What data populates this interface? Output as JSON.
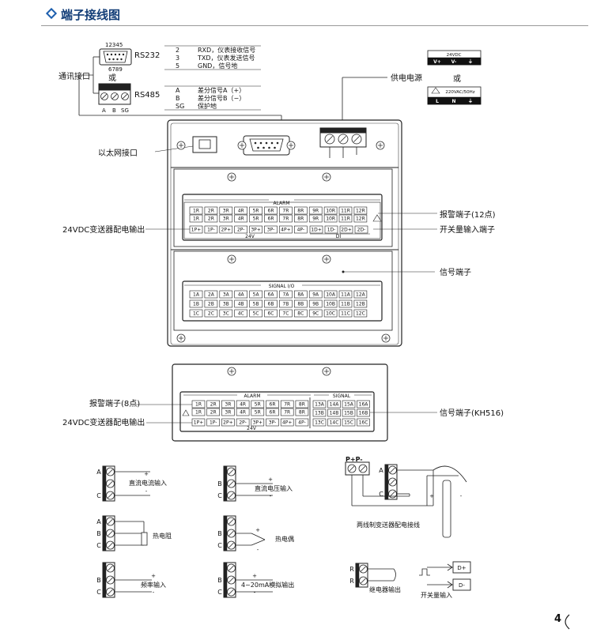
{
  "header": {
    "title": "端子接线图"
  },
  "comm": {
    "label": "通讯接口",
    "or": "或",
    "db9_top_pins": "12345",
    "db9_bottom_pins": "6789",
    "rs232": "RS232",
    "rs485": "RS485",
    "rs485_pins": [
      "A",
      "B",
      "SG"
    ],
    "rs232_rows": [
      {
        "pin": "2",
        "desc": "RXD，仪表接收信号"
      },
      {
        "pin": "3",
        "desc": "TXD，仪表发送信号"
      },
      {
        "pin": "5",
        "desc": "GND，信号地"
      }
    ],
    "rs485_rows": [
      {
        "pin": "A",
        "desc": "差分信号A（+）"
      },
      {
        "pin": "B",
        "desc": "差分信号B（−）"
      },
      {
        "pin": "SG",
        "desc": "保护地"
      }
    ]
  },
  "power": {
    "label": "供电电源",
    "or": "或",
    "dc_title": "24VDC",
    "dc_pins": [
      "V+",
      "V-",
      "⏚"
    ],
    "ac_title": "220VAC/50Hz",
    "ac_pins": [
      "L",
      "N",
      "⏚"
    ]
  },
  "labels": {
    "ethernet": "以太网接口",
    "alarm12": "报警端子(12点)",
    "di": "开关量输入端子",
    "vdc24": "24VDC变送器配电输出",
    "signal": "信号端子",
    "alarm8": "报警端子(8点)",
    "vdc24b": "24VDC变送器配电输出",
    "signal_kh516": "信号端子(KH516)"
  },
  "panel1": {
    "alarm_title": "ALARM",
    "row1": [
      "1R",
      "2R",
      "3R",
      "4R",
      "5R",
      "6R",
      "7R",
      "8R",
      "9R",
      "10R",
      "11R",
      "12R"
    ],
    "row2": [
      "1R",
      "2R",
      "3R",
      "4R",
      "5R",
      "6R",
      "7R",
      "8R",
      "9R",
      "10R",
      "11R",
      "12R"
    ],
    "row3": [
      "1P+",
      "1P-",
      "2P+",
      "2P-",
      "3P+",
      "3P-",
      "4P+",
      "4P-"
    ],
    "di_row": [
      "1D+",
      "1D-",
      "2D+",
      "2D-"
    ],
    "v24": "24V",
    "di": "DI",
    "signal_title": "SIGNAL I/O",
    "sig_a": [
      "1A",
      "2A",
      "3A",
      "4A",
      "5A",
      "6A",
      "7A",
      "8A",
      "9A",
      "10A",
      "11A",
      "12A"
    ],
    "sig_b": [
      "1B",
      "2B",
      "3B",
      "4B",
      "5B",
      "6B",
      "7B",
      "8B",
      "9B",
      "10B",
      "11B",
      "12B"
    ],
    "sig_c": [
      "1C",
      "2C",
      "3C",
      "4C",
      "5C",
      "6C",
      "7C",
      "8C",
      "9C",
      "10C",
      "11C",
      "12C"
    ]
  },
  "panel2": {
    "alarm_title": "ALARM",
    "signal_title": "SIGNAL",
    "row1": [
      "1R",
      "2R",
      "3R",
      "4R",
      "5R",
      "6R",
      "7R",
      "8R"
    ],
    "row2": [
      "1R",
      "2R",
      "3R",
      "4R",
      "5R",
      "6R",
      "7R",
      "8R"
    ],
    "row3": [
      "1P+",
      "1P-",
      "2P+",
      "2P-",
      "3P+",
      "3P-",
      "4P+",
      "4P-"
    ],
    "sig1": [
      "13A",
      "14A",
      "15A",
      "16A"
    ],
    "sig2": [
      "13B",
      "14B",
      "15B",
      "16B"
    ],
    "sig3": [
      "13C",
      "14C",
      "15C",
      "16C"
    ],
    "v24": "24V"
  },
  "wiring": {
    "dc_current": "直流电流输入",
    "dc_voltage": "直流电压输入",
    "rtd": "热电阻",
    "tc": "热电偶",
    "freq": "频率输入",
    "analog_out": "4~20mA模拟输出",
    "two_wire": "两线制变送器配电接线",
    "relay": "继电器输出",
    "di": "开关量输入",
    "tw_top": "P+P-",
    "d_plus": "D+",
    "d_minus": "D-"
  },
  "page_number": "4"
}
